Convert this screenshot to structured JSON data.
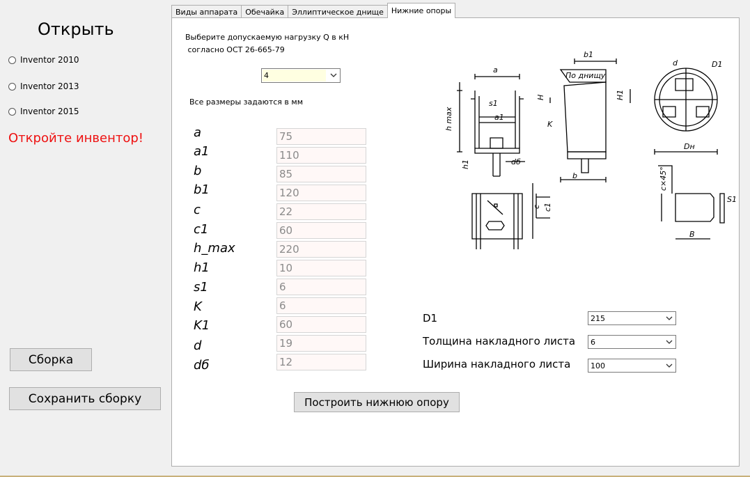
{
  "sidebar": {
    "open_title": "Открыть",
    "radios": [
      "Inventor 2010",
      "Inventor 2013",
      "Inventor 2015"
    ],
    "warning": "Откройте инвентор!",
    "assemble_button": "Сборка",
    "save_assembly_button": "Сохранить сборку"
  },
  "tabs": [
    "Виды аппарата",
    "Обечайка",
    "Эллиптическое днище",
    "Нижние опоры"
  ],
  "active_tab": "Нижние опоры",
  "form": {
    "load_label_line1": "Выберите допускаемую нагрузку Q в кН",
    "load_label_line2": " согласно ОСТ 26-665-79",
    "load_value": "4",
    "units_note": "Все размеры задаются в мм",
    "params": [
      {
        "label": "a",
        "value": "75"
      },
      {
        "label": "a1",
        "value": "110"
      },
      {
        "label": "b",
        "value": "85"
      },
      {
        "label": "b1",
        "value": "120"
      },
      {
        "label": "c",
        "value": "22"
      },
      {
        "label": "c1",
        "value": "60"
      },
      {
        "label": "h_max",
        "value": "220"
      },
      {
        "label": "h1",
        "value": "10"
      },
      {
        "label": "s1",
        "value": "6"
      },
      {
        "label": "K",
        "value": "6"
      },
      {
        "label": "K1",
        "value": "60"
      },
      {
        "label": "d",
        "value": "19"
      },
      {
        "label": "dб",
        "value": "12"
      }
    ],
    "d1_label": "D1",
    "d1_value": "215",
    "plate_thickness_label": "Толщина накладного листа",
    "plate_thickness_value": "6",
    "plate_width_label": "Ширина накладного листа",
    "plate_width_value": "100",
    "build_button": "Построить нижнюю опору"
  },
  "drawing": {
    "labels": [
      "a",
      "a1",
      "s1",
      "h max",
      "h1",
      "dб",
      "b1",
      "По днищу",
      "H",
      "H1",
      "K",
      "b",
      "d",
      "D1",
      "Dн",
      "c",
      "c1",
      "c×45°",
      "S1",
      "B"
    ]
  }
}
